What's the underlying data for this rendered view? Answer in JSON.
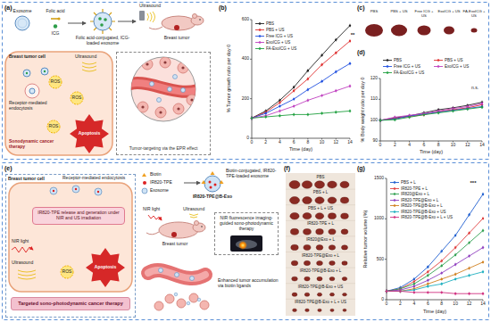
{
  "diagram": {
    "nodes": [
      {
        "text": [
          "Tumor-targeting via the EPR effect"
        ]
      },
      {
        "text": [
          "Breast tumor cell"
        ]
      },
      {
        "text": [
          "IR820-TPE release and generation under NIR and US irradiation"
        ],
        "in": 1
      },
      {
        "text": [
          "Targeted sono-photodynamic cancer therapy"
        ],
        "in": 1
      },
      {
        "text": [
          "NIR fluorescence imaging-guided sono-photodynamic therapy"
        ]
      }
    ],
    "labels": [
      "(a)",
      "Exosome",
      "Folic acid",
      "ICG",
      "Folic acid-conjugated, ICG-loaded exosome",
      "Ultrasound",
      "Breast tumor",
      "Breast tumor cell",
      "Ultrasound",
      "Receptor-mediated endocytosis",
      "ROS",
      "ROS",
      "ROS",
      "Sonodynamic cancer therapy",
      "Apoptosis",
      "(b)",
      "% Tumor growth ratio per day 0",
      "0",
      "200",
      "400",
      "600",
      "0",
      "2",
      "4",
      "6",
      "8",
      "10",
      "12",
      "14",
      "Time (day)",
      "**",
      "(c)",
      "PBS",
      "PBS + US",
      "Free ICG + US",
      "ExoICG + US",
      "FA-ExoICG + US",
      "(d)",
      "% Body weight ratio per day 0",
      "90",
      "100",
      "110",
      "120",
      "0",
      "2",
      "4",
      "6",
      "8",
      "10",
      "12",
      "14",
      "Time (day)",
      "n.s.",
      "(e)",
      "Receptor-mediated endocytosis",
      "NIR light",
      "Ultrasound",
      "ROS",
      "Apoptosis",
      "Biotin",
      "IR820-TPE",
      "Exosome",
      "Biotin-conjugated, IR820-TPE-loaded exosome",
      "IR820-TPE@B-Exo",
      "NIR light",
      "Ultrasound",
      "Breast tumor",
      "Enhanced tumor accumulation via biotin ligands",
      "(f)",
      "PBS",
      "PBS + L",
      "PBS + L + US",
      "IR820-TPE + L",
      "IR820@Exo + L",
      "IR820-TPE@Exo + L",
      "IR820-TPE@B-Exo + L",
      "IR820-TPE@B-Exo + US",
      "IR820-TPE@B-Exo + L + US",
      "(g)",
      "Relative tumor volume (%)",
      "0",
      "500",
      "1000",
      "1500",
      "0",
      "2",
      "4",
      "6",
      "8",
      "10",
      "12",
      "14",
      "Time (day)",
      "***"
    ],
    "legend": [
      {
        "text": "PBS"
      },
      {
        "text": "PBS + US"
      },
      {
        "text": "Free ICG + US"
      },
      {
        "text": "ExoICG + US"
      },
      {
        "text": "FA-ExoICG + US"
      },
      {
        "text": "PBS"
      },
      {
        "text": "PBS + US"
      },
      {
        "text": "Free ICG + US"
      },
      {
        "text": "ExoICG + US"
      },
      {
        "text": "FA-ExoICG + US"
      },
      {
        "text": "PBS + L"
      },
      {
        "text": "IR820-TPE + L"
      },
      {
        "text": "IR820@Exo + L"
      },
      {
        "text": "IR820-TPE@Exo + L"
      },
      {
        "text": "IR820-TPE@B-Exo + L"
      },
      {
        "text": "IR820-TPE@B-Exo + US"
      },
      {
        "text": "IR820-TPE@B-Exo + L + US"
      }
    ]
  }
}
